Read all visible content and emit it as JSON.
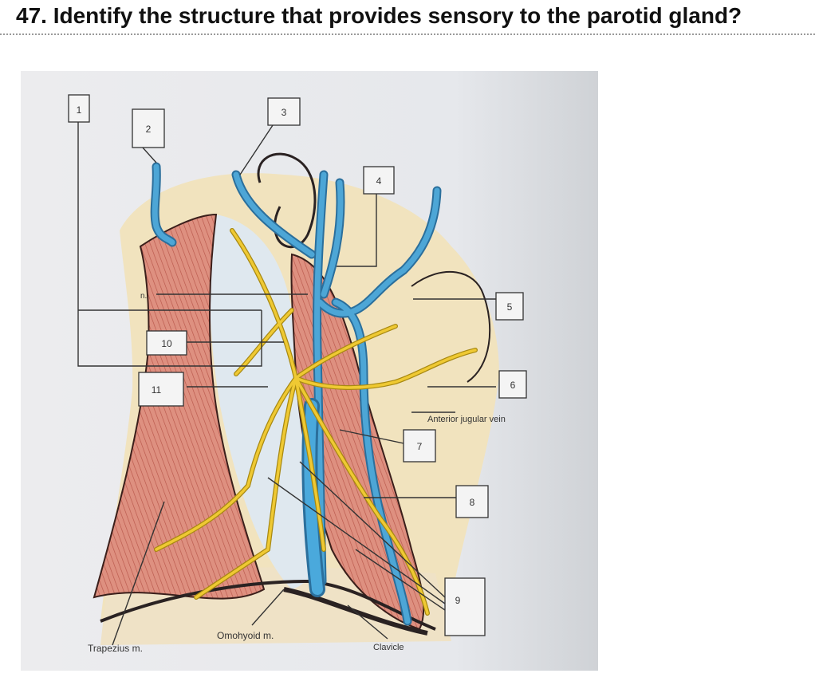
{
  "question": {
    "number": "47.",
    "text": "Identify the structure that provides sensory to the parotid gland?"
  },
  "diagram": {
    "callout_boxes": [
      "1",
      "2",
      "3",
      "4",
      "5",
      "6",
      "7",
      "8",
      "9",
      "10",
      "11"
    ],
    "text_labels": {
      "n": "n.",
      "anterior_jugular_vein": "Anterior jugular vein",
      "trapezius": "Trapezius m.",
      "omohyoid": "Omohyoid m.",
      "clavicle": "Clavicle"
    },
    "colors": {
      "muscle": "#d98a7c",
      "vein": "#4da6d6",
      "nerve": "#e8c22f",
      "skin": "#f1e3be",
      "outline": "#2a2222"
    }
  }
}
